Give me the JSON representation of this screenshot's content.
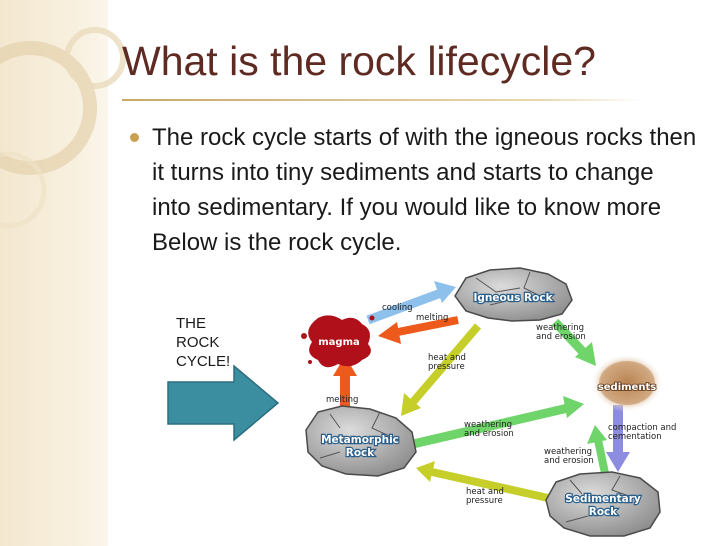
{
  "title": "What is the rock lifecycle?",
  "bullet": "The rock cycle starts of with the igneous rocks then it turns into tiny sediments and starts to change into sedimentary. If you would like to know more Below is the rock cycle.",
  "note_lines": [
    "THE",
    "ROCK",
    "CYCLE!"
  ],
  "diagram": {
    "nodes": {
      "igneous": [
        "Igneous Rock"
      ],
      "magma": [
        "magma"
      ],
      "sediments": [
        "sediments"
      ],
      "metamorphic": [
        "Metamorphic",
        "Rock"
      ],
      "sedimentary": [
        "Sedimentary",
        "Rock"
      ]
    },
    "arrows": {
      "cooling": [
        "cooling"
      ],
      "melting_top": [
        "melting"
      ],
      "weathering_1": [
        "weathering",
        "and erosion"
      ],
      "heat_pressure_1": [
        "heat and",
        "pressure"
      ],
      "melting_left": [
        "melting"
      ],
      "weathering_2": [
        "weathering",
        "and erosion"
      ],
      "compaction": [
        "compaction and",
        "cementation"
      ],
      "weathering_3": [
        "weathering",
        "and erosion"
      ],
      "heat_pressure_2": [
        "heat and",
        "pressure"
      ]
    }
  },
  "colors": {
    "title": "#5e2a22",
    "cooling_arrow": "#8ec0ec",
    "melting_arrow": "#ee5a1c",
    "weathering_arrow": "#6fd46a",
    "pressure_arrow": "#c6cf2a",
    "compaction_arrow": "#8c8ce0",
    "note_arrow": "#3b8da0"
  }
}
